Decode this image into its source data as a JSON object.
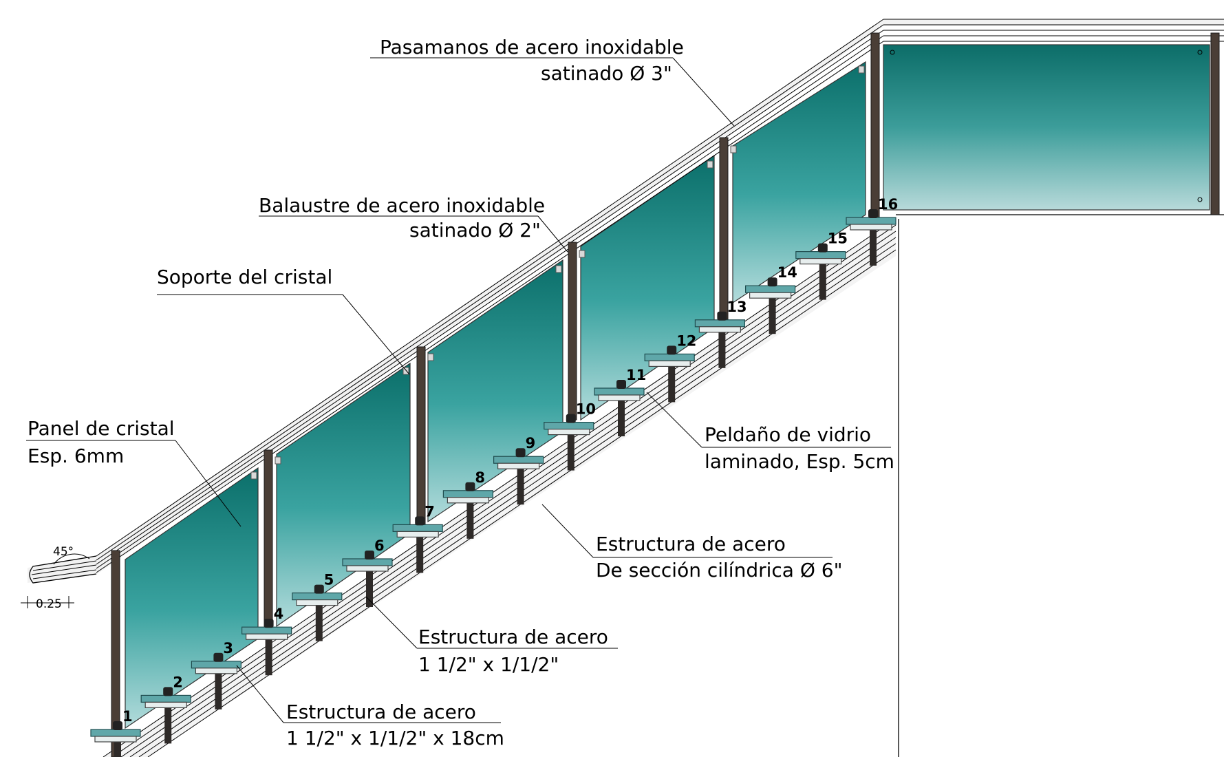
{
  "annotations": {
    "handrail_l1": "Pasamanos de acero inoxidable",
    "handrail_l2": "satinado Ø 3\"",
    "baluster_l1": "Balaustre de acero inoxidable",
    "baluster_l2": "satinado Ø 2\"",
    "support": "Soporte del cristal",
    "panel_l1": "Panel de cristal",
    "panel_l2": "Esp. 6mm",
    "step_l1": "Peldaño de vidrio",
    "step_l2": "laminado, Esp. 5cm",
    "struct_main_l1": "Estructura de acero",
    "struct_main_l2": "De sección cilíndrica Ø 6\"",
    "struct_post_l1": "Estructura de acero",
    "struct_post_l2": "1 1/2\" x 1/1/2\"",
    "struct_base_l1": "Estructura de acero",
    "struct_base_l2": "1 1/2\" x 1/1/2\" x 18cm"
  },
  "dimensions": {
    "angle": "45°",
    "end_width": "0.25"
  },
  "steps": [
    "1",
    "2",
    "3",
    "4",
    "5",
    "6",
    "7",
    "8",
    "9",
    "10",
    "11",
    "12",
    "13",
    "14",
    "15",
    "16"
  ],
  "colors": {
    "glass_dark": "#0b6f6a",
    "glass_mid": "#2a9a96",
    "glass_light": "#b4dcdc",
    "steel": "#4a3e36",
    "line": "#000000"
  }
}
